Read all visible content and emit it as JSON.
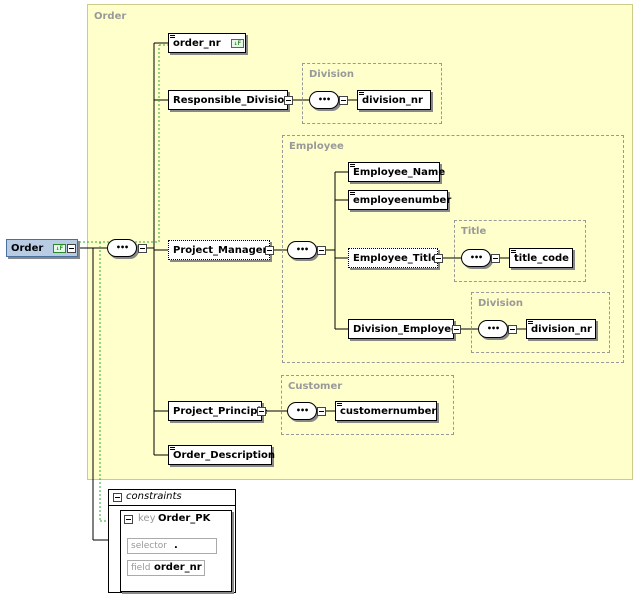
{
  "order_type": {
    "title": "Order"
  },
  "root": {
    "name": "Order",
    "id_icon": "↓F"
  },
  "elements": {
    "order_nr": "order_nr",
    "order_nr_icon": "↓F",
    "responsible_division": "Responsible_Division",
    "project_manager": "Project_Manager",
    "project_principle": "Project_Principle",
    "order_description": "Order_Description",
    "employee_name": "Employee_Name",
    "employeenumber": "employeenumber",
    "employee_title": "Employee_Title",
    "division_employee": "Division_Employee",
    "title_code": "title_code",
    "division_nr_1": "division_nr",
    "division_nr_2": "division_nr",
    "customernumber": "customernumber"
  },
  "groups": {
    "division": "Division",
    "employee": "Employee",
    "title": "Title",
    "division2": "Division",
    "customer": "Customer"
  },
  "sequence_symbol": "•••",
  "constraints": {
    "title": "constraints",
    "key_kind": "key",
    "key_name": "Order_PK",
    "selector_label": "selector",
    "selector_value": ".",
    "field_label": "field",
    "field_value": "order_nr"
  }
}
